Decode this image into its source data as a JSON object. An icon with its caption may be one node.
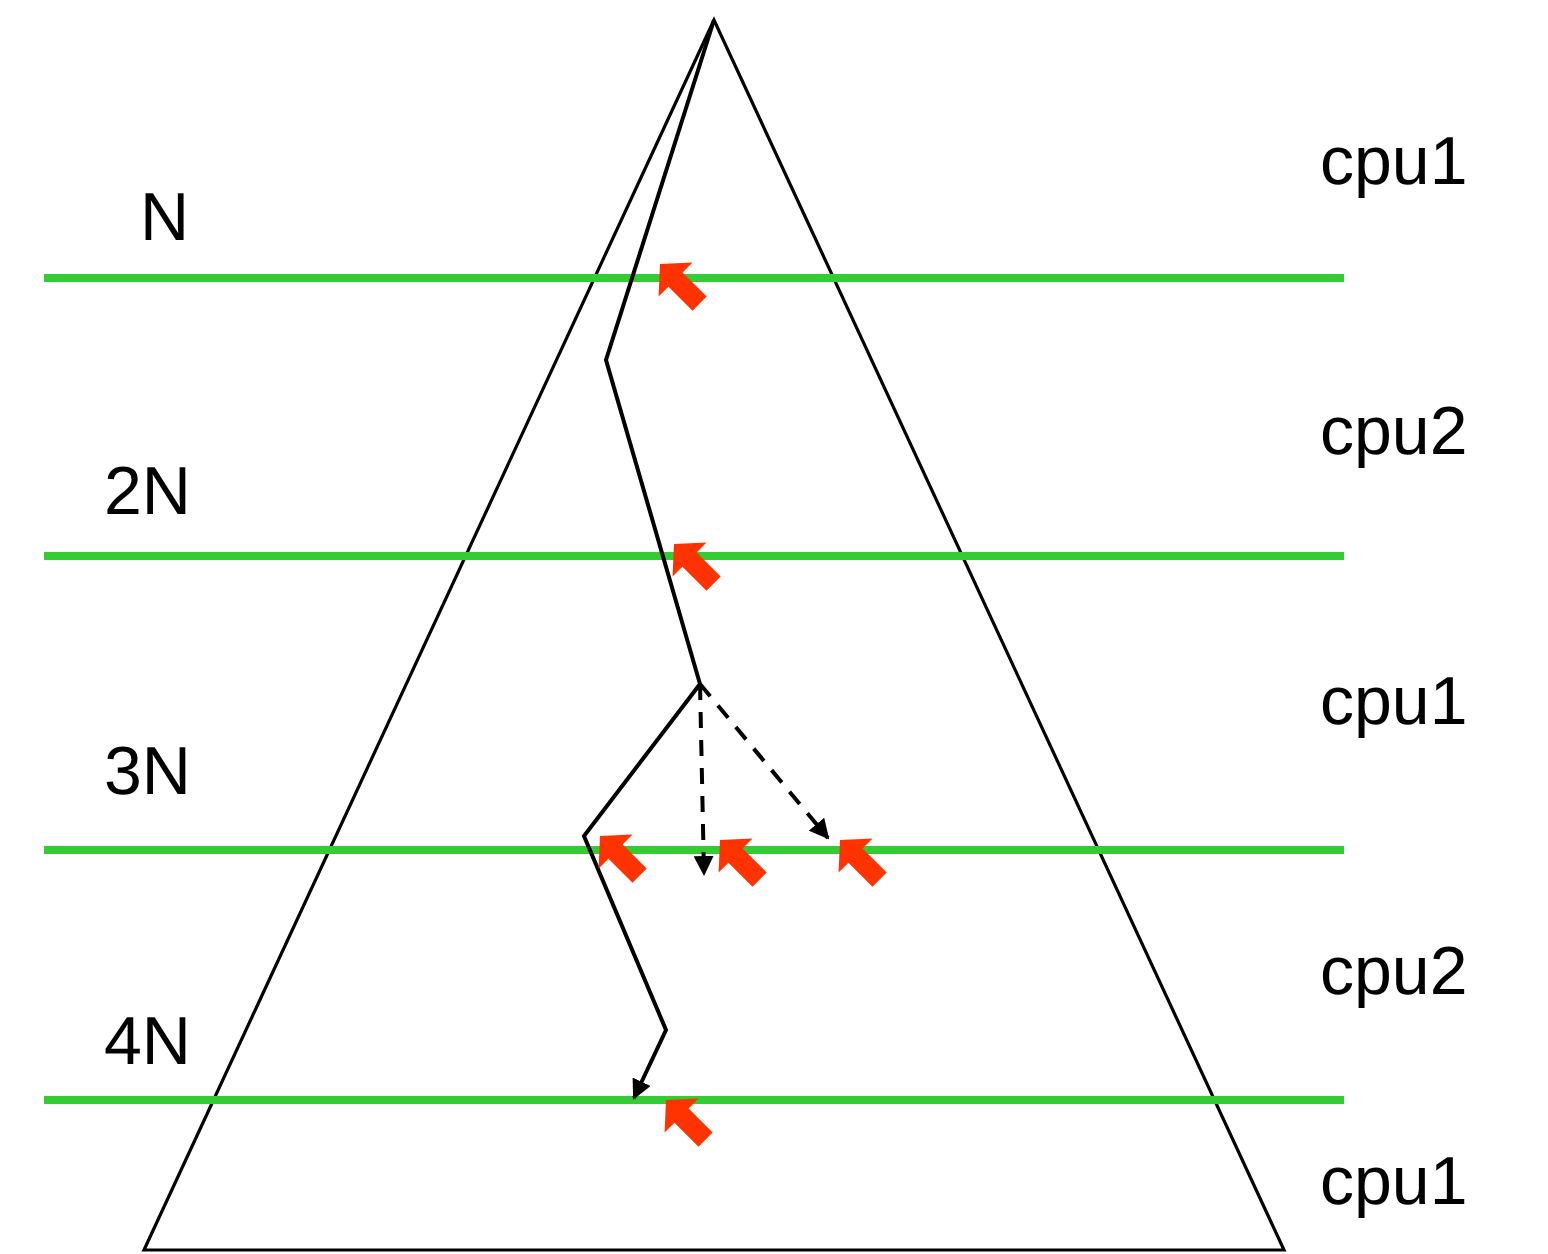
{
  "diagram": {
    "labels": [
      "N",
      "2N",
      "3N",
      "4N",
      "cpu1",
      "cpu2",
      "cpu1",
      "cpu2",
      "cpu1"
    ]
  }
}
